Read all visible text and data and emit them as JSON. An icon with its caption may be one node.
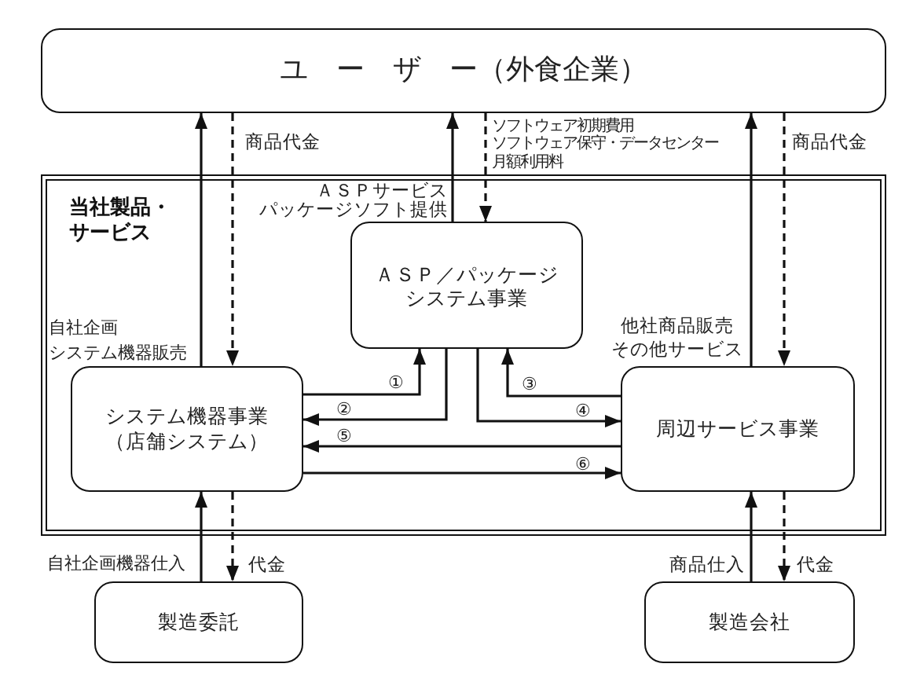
{
  "diagram": {
    "nodes": [
      {
        "text": [
          "ユ　ー　ザ　ー（外食企業）"
        ]
      },
      {
        "text": [
          "当社製品・サービス"
        ]
      },
      {
        "text": [
          "ＡＳＰ／パッケージシステム事業"
        ],
        "in": 1
      },
      {
        "text": [
          "システム機器事業（店舗システム）"
        ],
        "in": 1
      },
      {
        "text": [
          "周辺サービス事業"
        ],
        "in": 1
      },
      {
        "text": [
          "製造委託"
        ]
      },
      {
        "text": [
          "製造会社"
        ]
      }
    ],
    "edges": [
      {
        "from": 3,
        "to": 0,
        "arrow": "to",
        "label": "自社企画システム機器販売"
      },
      {
        "from": 0,
        "to": 3,
        "arrow": "to",
        "style": "dashed",
        "label": "商品代金"
      },
      {
        "from": 2,
        "to": 0,
        "arrow": "to",
        "label": "ＡＳＰサービスパッケージソフト提供"
      },
      {
        "from": 0,
        "to": 2,
        "arrow": "to",
        "style": "dashed",
        "label": "ソフトウェア初期費用ソフトウェア保守・データセンター月額利用料"
      },
      {
        "from": 4,
        "to": 0,
        "arrow": "to",
        "label": "他社商品販売その他サービス"
      },
      {
        "from": 0,
        "to": 4,
        "arrow": "to",
        "style": "dashed",
        "label": "商品代金"
      },
      {
        "from": 3,
        "to": 2,
        "arrow": "to",
        "label": "①"
      },
      {
        "from": 2,
        "to": 3,
        "arrow": "to",
        "label": "②"
      },
      {
        "from": 4,
        "to": 2,
        "arrow": "to",
        "label": "③"
      },
      {
        "from": 2,
        "to": 4,
        "arrow": "to",
        "label": "④"
      },
      {
        "from": 4,
        "to": 3,
        "arrow": "to",
        "label": "⑤"
      },
      {
        "from": 3,
        "to": 4,
        "arrow": "to",
        "label": "⑥"
      },
      {
        "from": 5,
        "to": 3,
        "arrow": "to",
        "label": "自社企画機器仕入"
      },
      {
        "from": 3,
        "to": 5,
        "arrow": "to",
        "style": "dashed",
        "label": "代金"
      },
      {
        "from": 6,
        "to": 4,
        "arrow": "to",
        "label": "商品仕入"
      },
      {
        "from": 4,
        "to": 6,
        "arrow": "to",
        "style": "dashed",
        "label": "代金"
      }
    ]
  }
}
